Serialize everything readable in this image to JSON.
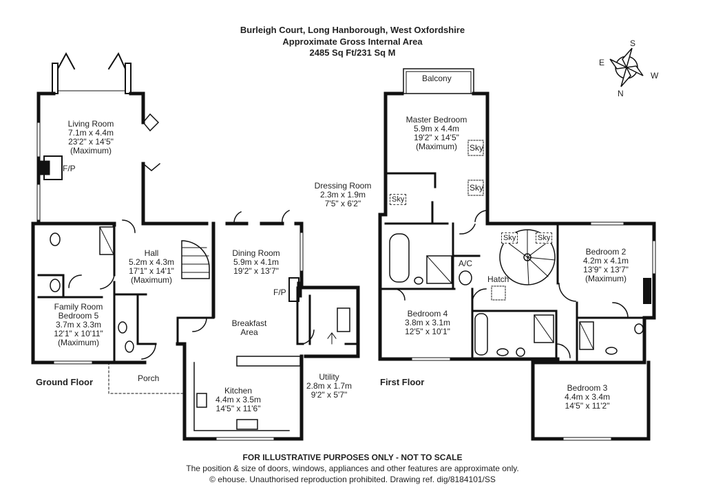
{
  "header": {
    "title": "Burleigh Court,  Long Hanborough, West Oxfordshire",
    "subtitle": "Approximate Gross Internal Area",
    "area": "2485 Sq Ft/231 Sq M"
  },
  "compass": {
    "n": "N",
    "s": "S",
    "e": "E",
    "w": "W"
  },
  "ground_floor": {
    "label": "Ground Floor",
    "living_room": {
      "name": "Living Room",
      "metric": "7.1m x 4.4m",
      "imperial": "23'2\" x 14'5\"",
      "note": "(Maximum)"
    },
    "fireplace": "F/P",
    "hall": {
      "name": "Hall",
      "metric": "5.2m x 4.3m",
      "imperial": "17'1\" x 14'1\"",
      "note": "(Maximum)"
    },
    "family_room": {
      "name": "Family Room",
      "alt": "Bedroom 5",
      "metric": "3.7m x 3.3m",
      "imperial": "12'1\" x 10'11\"",
      "note": "(Maximum)"
    },
    "dining_room": {
      "name": "Dining Room",
      "metric": "5.9m x 4.1m",
      "imperial": "19'2\" x 13'7\""
    },
    "fireplace2": "F/P",
    "breakfast": {
      "name": "Breakfast",
      "name2": "Area"
    },
    "kitchen": {
      "name": "Kitchen",
      "metric": "4.4m x 3.5m",
      "imperial": "14'5\" x 11'6\""
    },
    "utility": {
      "name": "Utility",
      "metric": "2.8m x 1.7m",
      "imperial": "9'2\" x 5'7\""
    },
    "porch": "Porch"
  },
  "first_floor": {
    "label": "First Floor",
    "balcony": "Balcony",
    "master": {
      "name": "Master Bedroom",
      "metric": "5.9m x 4.4m",
      "imperial": "19'2\" x 14'5\"",
      "note": "(Maximum)"
    },
    "sky": "Sky",
    "dressing": {
      "name": "Dressing Room",
      "metric": "2.3m x 1.9m",
      "imperial": "7'5\" x 6'2\""
    },
    "bedroom4": {
      "name": "Bedroom 4",
      "metric": "3.8m x 3.1m",
      "imperial": "12'5\" x 10'1\""
    },
    "ac": "A/C",
    "hatch": "Hatch",
    "bedroom2": {
      "name": "Bedroom 2",
      "metric": "4.2m x 4.1m",
      "imperial": "13'9\" x 13'7\"",
      "note": "(Maximum)"
    },
    "bedroom3": {
      "name": "Bedroom 3",
      "metric": "4.4m x 3.4m",
      "imperial": "14'5\" x 11'2\""
    }
  },
  "footer": {
    "line1": "FOR ILLUSTRATIVE PURPOSES ONLY - NOT TO SCALE",
    "line2": "The position & size of doors, windows, appliances and other features are approximate only.",
    "line3": "© ehouse. Unauthorised reproduction prohibited. Drawing ref. dig/8184101/SS"
  }
}
